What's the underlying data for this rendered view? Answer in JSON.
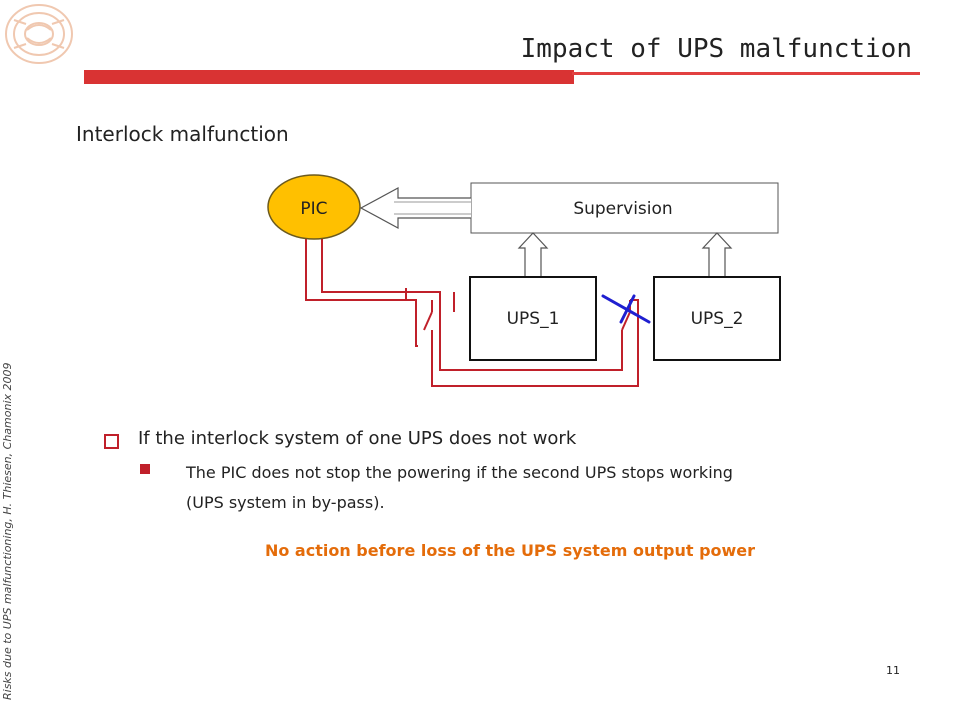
{
  "slide": {
    "title": "Impact of UPS malfunction",
    "side_caption": "Risks due to UPS malfunctioning, H. Thiesen, Chamonix 2009",
    "subtitle": "Interlock malfunction",
    "page_number": "11",
    "logo_icon": "university-seal-logo"
  },
  "diagram": {
    "pic_label": "PIC",
    "supervision_label": "Supervision",
    "ups1_label": "UPS_1",
    "ups2_label": "UPS_2",
    "colors": {
      "pic_fill": "#ffc000",
      "wire": "#c0202a",
      "cross": "#1f1fd0",
      "box_border": "#111111"
    }
  },
  "bullets": {
    "level1": "If the interlock system of one UPS does not work",
    "level2_line1": "The PIC does not stop the powering if the second UPS stops working",
    "level2_line2": "(UPS system in by-pass)."
  },
  "emphasis": "No action before loss of the UPS system output power",
  "colors": {
    "accent_red": "#d93333",
    "emphasis_orange": "#e46c0a"
  }
}
